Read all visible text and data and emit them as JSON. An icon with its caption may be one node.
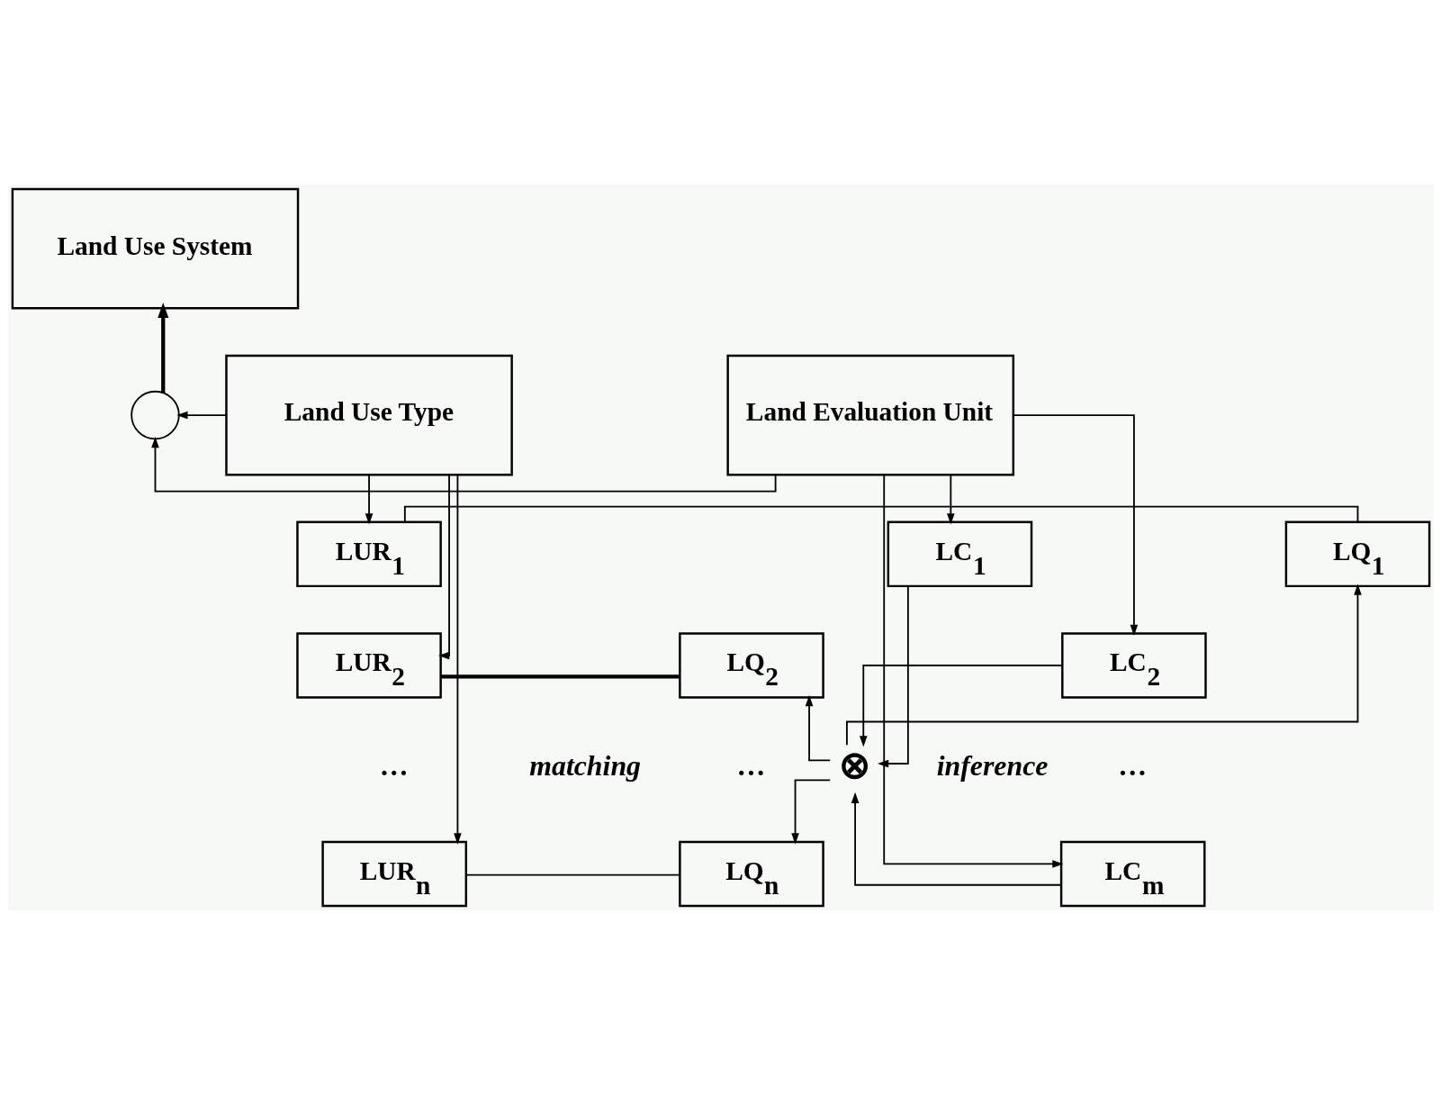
{
  "diagram": {
    "nodes": [
      {
        "text": [
          "Land Use System"
        ]
      },
      {
        "text": [
          "Land Use Type"
        ]
      },
      {
        "text": [],
        "shape": "circle"
      },
      {
        "text": [
          "Land Evaluation Unit"
        ]
      },
      {
        "text": [
          "LUR$_{1}$"
        ]
      },
      {
        "text": [
          "LQ$_{1}$"
        ]
      },
      {
        "text": [
          "LC$_{1}$"
        ]
      },
      {
        "text": [
          "LUR$_{2}$"
        ]
      },
      {
        "text": [
          "LQ$_{2}$"
        ]
      },
      {
        "text": [
          "LC$_{2}$"
        ]
      },
      {
        "text": [
          "LUR$_{n}$"
        ]
      },
      {
        "text": [
          "LQ$_{n}$"
        ]
      },
      {
        "text": [
          "LC$_{m}$"
        ]
      },
      {
        "text": [
          "⊗"
        ]
      }
    ],
    "edges": [
      {
        "from": 1,
        "to": 2,
        "arrow": "to"
      },
      {
        "from": 3,
        "to": 2,
        "arrow": "to"
      },
      {
        "from": 2,
        "to": 0,
        "arrow": "to",
        "style": "thick"
      },
      {
        "from": 1,
        "to": 4,
        "arrow": "to"
      },
      {
        "from": 1,
        "to": 7,
        "arrow": "to"
      },
      {
        "from": 1,
        "to": 10,
        "arrow": "to"
      },
      {
        "from": 4,
        "to": 5,
        "arrow": "none"
      },
      {
        "from": 7,
        "to": 8,
        "arrow": "none",
        "style": "thick"
      },
      {
        "from": 10,
        "to": 11,
        "arrow": "none"
      },
      {
        "from": 3,
        "to": 6,
        "arrow": "to"
      },
      {
        "from": 3,
        "to": 9,
        "arrow": "to"
      },
      {
        "from": 3,
        "to": 12,
        "arrow": "to"
      },
      {
        "from": 6,
        "to": 13,
        "arrow": "to"
      },
      {
        "from": 9,
        "to": 13,
        "arrow": "to"
      },
      {
        "from": 12,
        "to": 13,
        "arrow": "to"
      },
      {
        "from": 13,
        "to": 5,
        "arrow": "to"
      },
      {
        "from": 13,
        "to": 8,
        "arrow": "to"
      },
      {
        "from": 13,
        "to": 11,
        "arrow": "to"
      }
    ],
    "labels": [
      "…",
      "matching",
      "…",
      "inference",
      "…"
    ]
  }
}
